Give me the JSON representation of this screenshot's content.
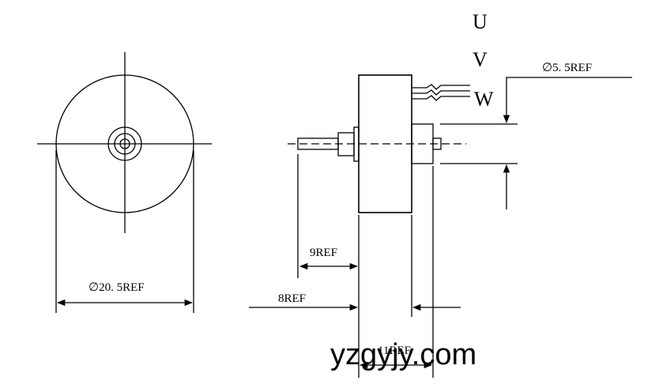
{
  "labels": {
    "phase_u": "U",
    "phase_v": "V",
    "phase_w": "W",
    "dia_shaft": "∅5. 5REF",
    "dia_body": "∅20. 5REF",
    "len_9": "9REF",
    "len_8": "8REF",
    "len_11": "11REF",
    "watermark": "yzgyjy.com"
  }
}
